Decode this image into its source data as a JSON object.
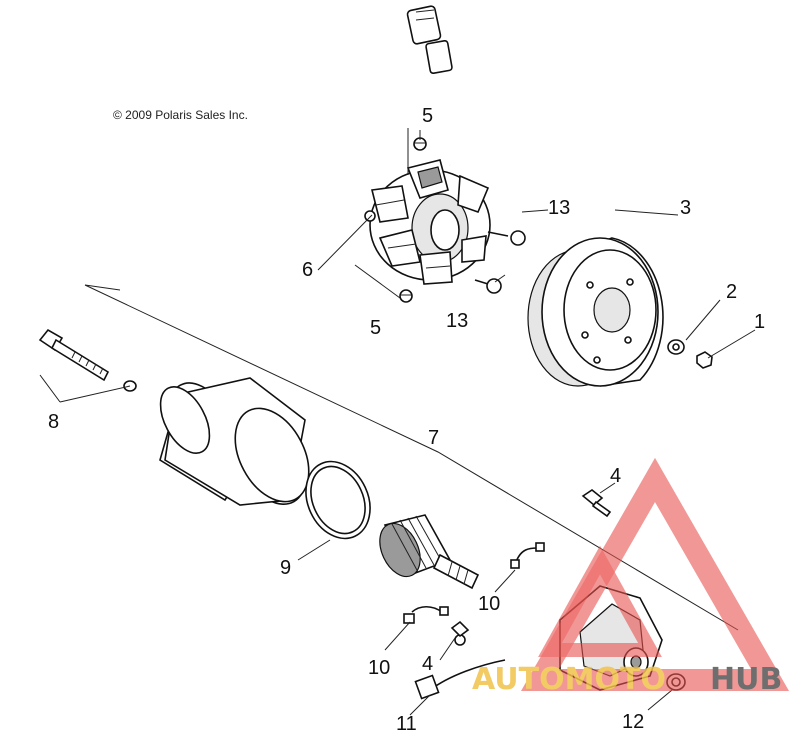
{
  "copyright": "© 2009 Polaris Sales Inc.",
  "callouts": [
    "1",
    "2",
    "3",
    "4",
    "4",
    "5",
    "5",
    "6",
    "7",
    "8",
    "9",
    "10",
    "10",
    "11",
    "12",
    "13",
    "13"
  ],
  "watermark": {
    "part1": "AUTOMOTO",
    "part2": "HUB",
    "color_red": "#e8524f",
    "color_yellow": "#f2c24a",
    "color_dark": "#555555"
  }
}
